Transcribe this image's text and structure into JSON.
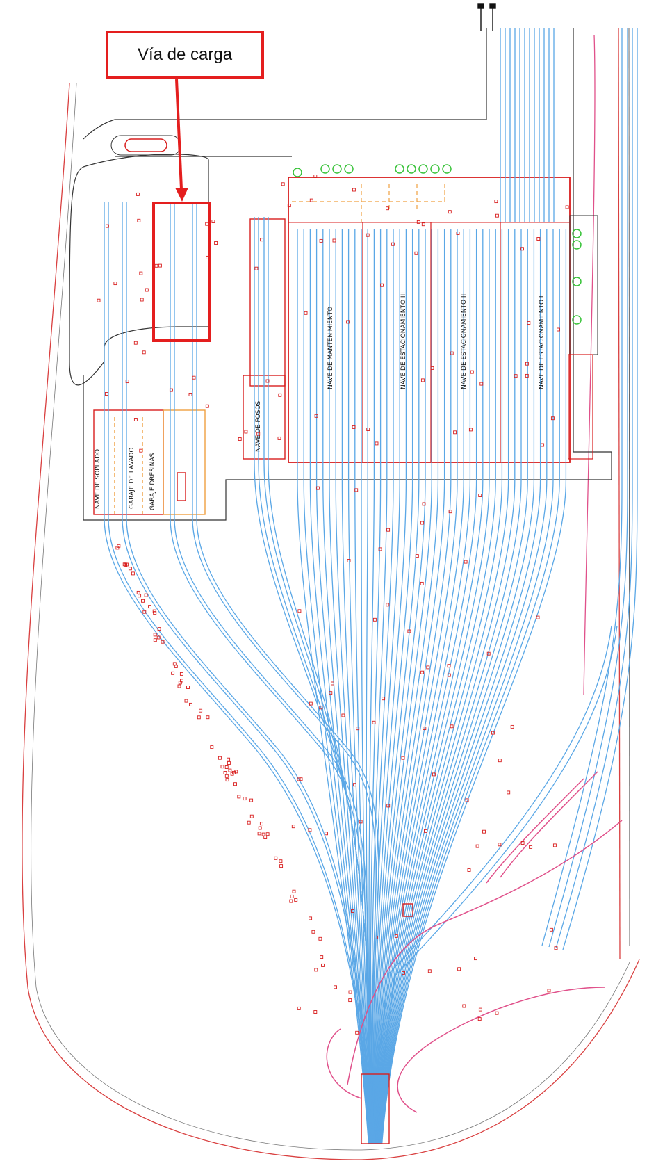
{
  "callout": {
    "text": "Vía de carga",
    "color": "#e41e1e"
  },
  "buildings": [
    {
      "id": "soplado",
      "label": "NAVE DE SOPLADO"
    },
    {
      "id": "lavado",
      "label": "GARAJE DE LAVADO"
    },
    {
      "id": "dresinas",
      "label": "GARAJE DRESINAS"
    },
    {
      "id": "fosos",
      "label": "NAVE DE FOSOS"
    },
    {
      "id": "mantenimiento",
      "label": "NAVE DE MANTENIMIENTO"
    },
    {
      "id": "estac3",
      "label": "NAVE DE ESTACIONAMIENTO III"
    },
    {
      "id": "estac2",
      "label": "NAVE DE ESTACIONAMIENTO II"
    },
    {
      "id": "estac1",
      "label": "NAVE DE ESTACIONAMIENTO I"
    }
  ],
  "colors": {
    "track": "#5aa7e6",
    "building": "#d81e1e",
    "boundary": "#d94040",
    "orange": "#f0a040",
    "green": "#39c33a",
    "pink": "#e0508a",
    "dark": "#222222"
  }
}
